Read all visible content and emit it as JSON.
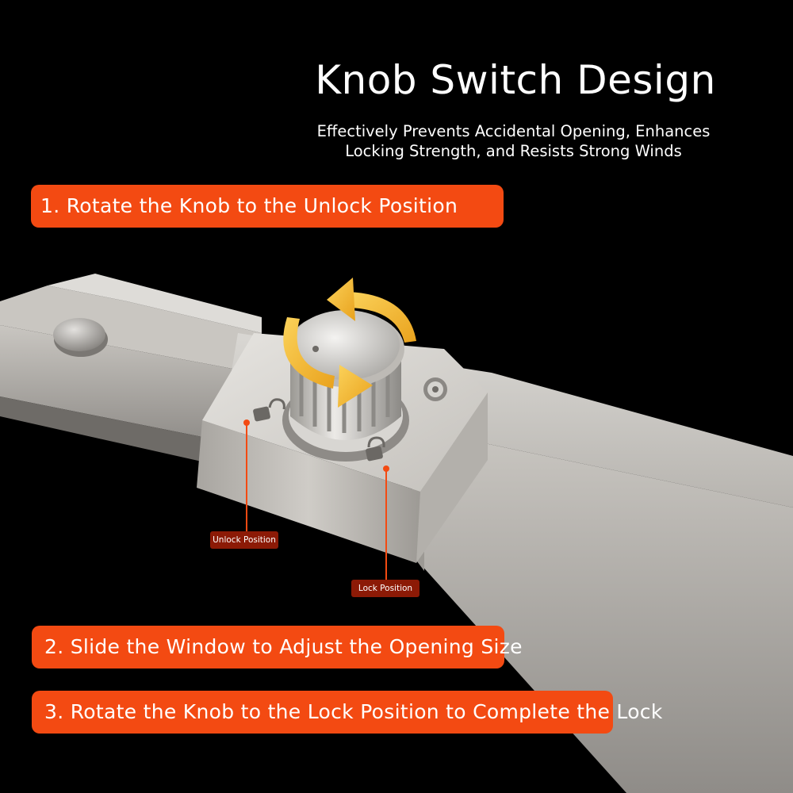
{
  "heading": {
    "title": "Knob Switch Design",
    "subtitle_line1": "Effectively Prevents Accidental Opening, Enhances",
    "subtitle_line2": "Locking Strength, and Resists Strong Winds"
  },
  "steps": [
    {
      "label": "1. Rotate the Knob to the Unlock Position"
    },
    {
      "label": "2. Slide the Window to Adjust the Opening Size"
    },
    {
      "label": "3. Rotate the Knob to the Lock Position to Complete the Lock"
    }
  ],
  "callouts": {
    "unlock": "Unlock Position",
    "lock": "Lock Position"
  },
  "colors": {
    "background": "#000000",
    "banner": "#f34a12",
    "callout": "#8c1a06",
    "arrow": "#f5b62a",
    "metal": "#bdbab5"
  },
  "icons": {
    "rotate_arrows": "rotate-arrows-icon",
    "unlock_padlock": "unlock-padlock-icon",
    "lock_padlock": "lock-padlock-icon"
  }
}
